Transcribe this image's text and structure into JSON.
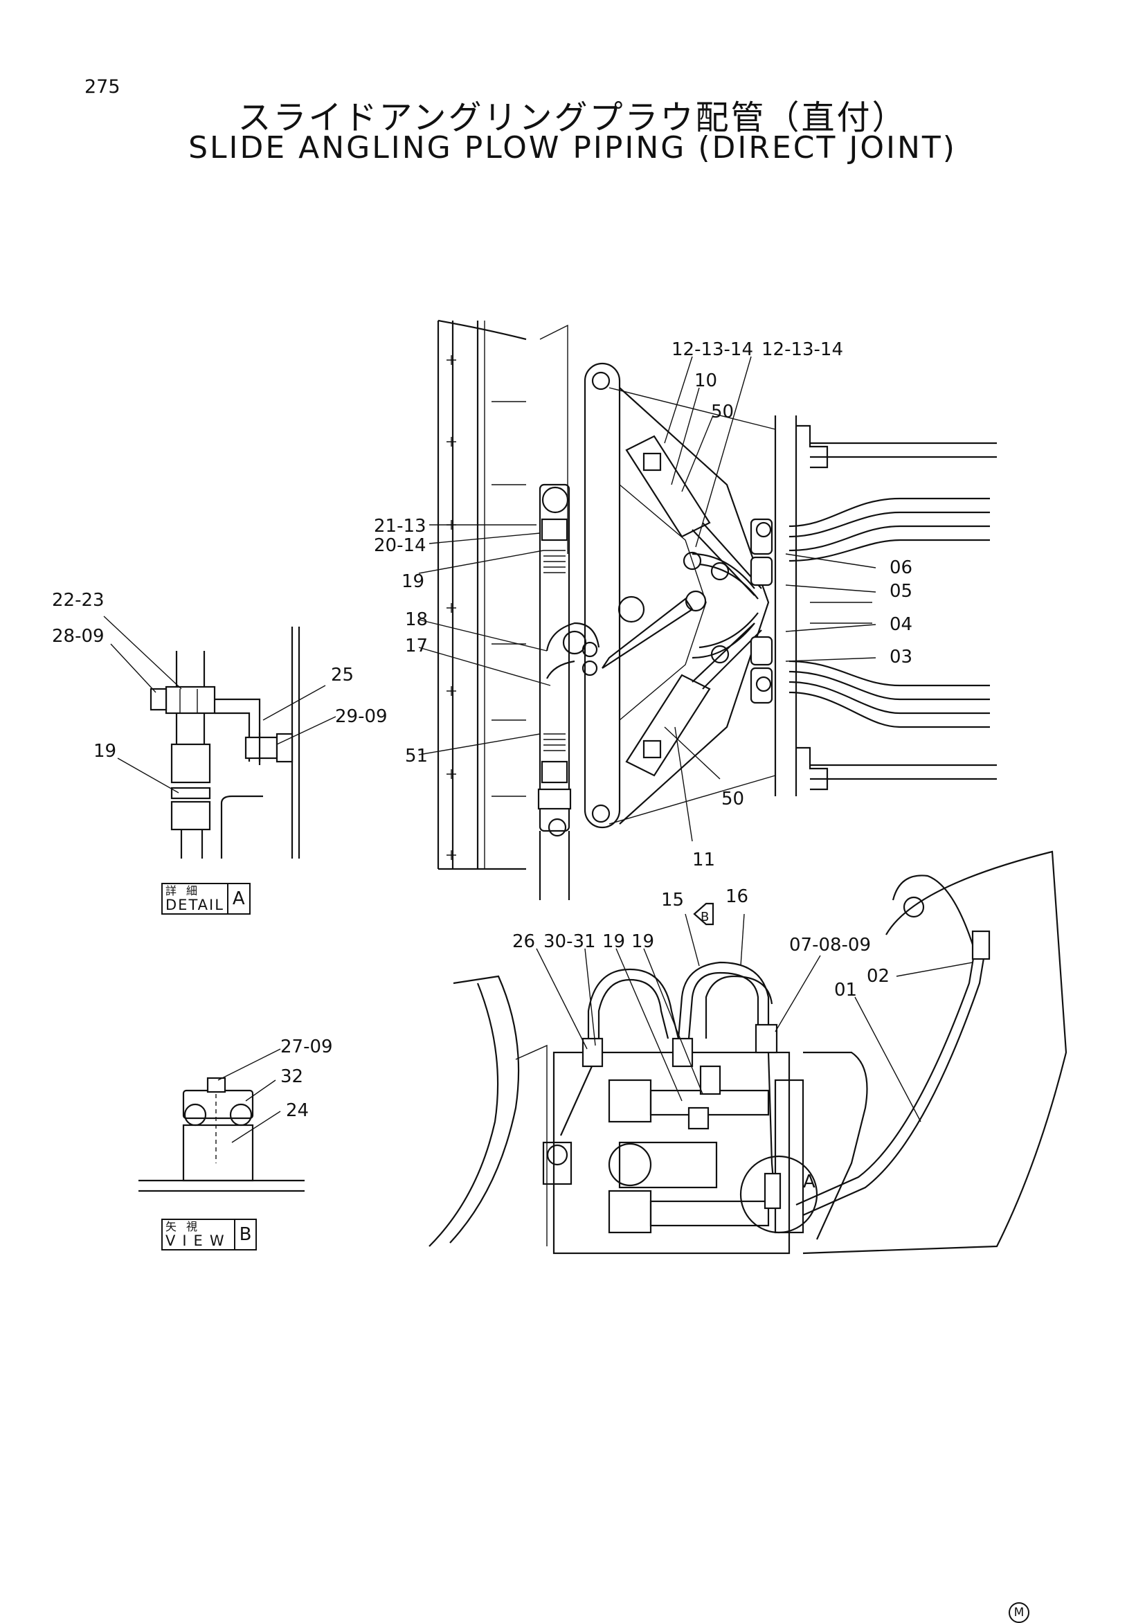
{
  "page_number": "275",
  "title_jp": "スライドアングリングプラウ配管（直付）",
  "title_en": "SLIDE ANGLING PLOW PIPING (DIRECT JOINT)",
  "callouts": {
    "c_12_13_14_a": "12-13-14",
    "c_12_13_14_b": "12-13-14",
    "c_10": "10",
    "c_50_top": "50",
    "c_21_13": "21-13",
    "c_20_14": "20-14",
    "c_19_main": "19",
    "c_18": "18",
    "c_17": "17",
    "c_51": "51",
    "c_06": "06",
    "c_05": "05",
    "c_04": "04",
    "c_03": "03",
    "c_50_bottom": "50",
    "c_11": "11",
    "c_22_23": "22-23",
    "c_28_09": "28-09",
    "c_25": "25",
    "c_29_09": "29-09",
    "c_19_detail": "19",
    "c_15": "15",
    "c_16": "16",
    "c_26": "26",
    "c_30_31": "30-31",
    "c_19_lower_a": "19",
    "c_19_lower_b": "19",
    "c_07_08_09": "07-08-09",
    "c_02": "02",
    "c_01": "01",
    "c_a_circle": "A",
    "c_b_arrow": "B",
    "c_27_09": "27-09",
    "c_32": "32",
    "c_24": "24"
  },
  "detail_caption": {
    "jp": "詳細",
    "en": "DETAIL",
    "letter": "A"
  },
  "view_caption": {
    "jp": "矢視",
    "en": "VIEW",
    "letter": "B"
  },
  "mark": "M"
}
